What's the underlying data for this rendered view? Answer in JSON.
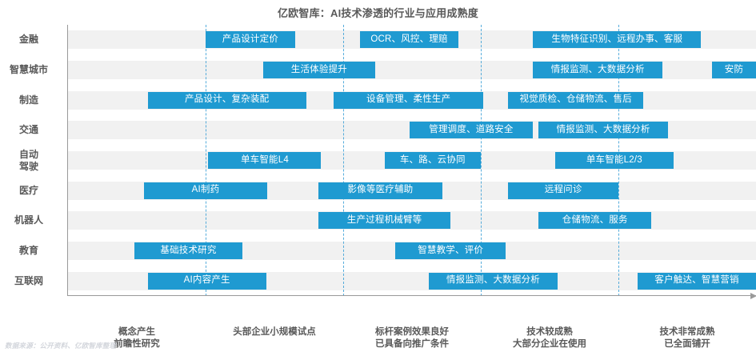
{
  "chart_data": {
    "type": "bar",
    "title": "亿欧智库：AI技术渗透的行业与应用成熟度",
    "xlabel": "",
    "ylabel": "",
    "grid": true,
    "legend": "none",
    "xlim": [
      0,
      5
    ],
    "accent_color": "#1f9ad1",
    "band_color": "#f1f1f1",
    "gridline_color": "#3a9fd6",
    "axis_color": "#9a9a9a",
    "stage_positions": [
      1,
      2,
      3,
      4
    ],
    "stages": [
      {
        "line1": "概念产生",
        "line2": "前瞻性研究",
        "center": 0.5
      },
      {
        "line1": "头部企业小规模试点",
        "line2": "",
        "center": 1.5
      },
      {
        "line1": "标杆案例效果良好",
        "line2": "已具备向推广条件",
        "center": 2.5
      },
      {
        "line1": "技术较成熟",
        "line2": "大部分企业在使用",
        "center": 3.5
      },
      {
        "line1": "技术非常成熟",
        "line2": "已全面铺开",
        "center": 4.5
      }
    ],
    "categories": [
      "金融",
      "智慧城市",
      "制造",
      "交通",
      "自动\n驾驶",
      "医疗",
      "机器人",
      "教育",
      "互联网"
    ],
    "rows": [
      {
        "category": "金融",
        "bars": [
          {
            "label": "产品设计定价",
            "start": 1.0,
            "end": 1.65
          },
          {
            "label": "OCR、风控、理赔",
            "start": 2.12,
            "end": 2.84
          },
          {
            "label": "生物特征识别、远程办事、客服",
            "start": 3.38,
            "end": 4.6
          }
        ]
      },
      {
        "category": "智慧城市",
        "bars": [
          {
            "label": "生活体验提升",
            "start": 1.42,
            "end": 2.23
          },
          {
            "label": "情报监测、大数据分析",
            "start": 3.38,
            "end": 4.32
          },
          {
            "label": "安防",
            "start": 4.68,
            "end": 5.0
          }
        ]
      },
      {
        "category": "制造",
        "bars": [
          {
            "label": "产品设计、复杂装配",
            "start": 0.58,
            "end": 1.73
          },
          {
            "label": "设备管理、柔性生产",
            "start": 1.93,
            "end": 3.02
          },
          {
            "label": "视觉质检、仓储物流、售后",
            "start": 3.2,
            "end": 4.18
          }
        ]
      },
      {
        "category": "交通",
        "bars": [
          {
            "label": "管理调度、道路安全",
            "start": 2.48,
            "end": 3.38
          },
          {
            "label": "情报监测、大数据分析",
            "start": 3.42,
            "end": 4.36
          }
        ]
      },
      {
        "category": "自动\n驾驶",
        "bars": [
          {
            "label": "单车智能L4",
            "start": 1.02,
            "end": 1.84
          },
          {
            "label": "车、路、云协同",
            "start": 2.3,
            "end": 3.0
          },
          {
            "label": "单车智能L2/3",
            "start": 3.54,
            "end": 4.4
          }
        ]
      },
      {
        "category": "医疗",
        "bars": [
          {
            "label": "AI制药",
            "start": 0.55,
            "end": 1.45
          },
          {
            "label": "影像等医疗辅助",
            "start": 1.82,
            "end": 2.72
          },
          {
            "label": "远程问诊",
            "start": 3.2,
            "end": 4.0
          }
        ]
      },
      {
        "category": "机器人",
        "bars": [
          {
            "label": "生产过程机械臂等",
            "start": 1.82,
            "end": 2.78
          },
          {
            "label": "仓储物流、服务",
            "start": 3.42,
            "end": 4.24
          }
        ]
      },
      {
        "category": "教育",
        "bars": [
          {
            "label": "基础技术研究",
            "start": 0.48,
            "end": 1.27
          },
          {
            "label": "智慧教学、评价",
            "start": 2.38,
            "end": 3.18
          }
        ]
      },
      {
        "category": "互联网",
        "bars": [
          {
            "label": "AI内容产生",
            "start": 0.58,
            "end": 1.44
          },
          {
            "label": "情报监测、大数据分析",
            "start": 2.62,
            "end": 3.56
          },
          {
            "label": "客户触达、智慧营销",
            "start": 4.14,
            "end": 5.0
          }
        ]
      }
    ]
  },
  "footer": {
    "source": "数据来源：公开资料、亿欧智库整理"
  }
}
